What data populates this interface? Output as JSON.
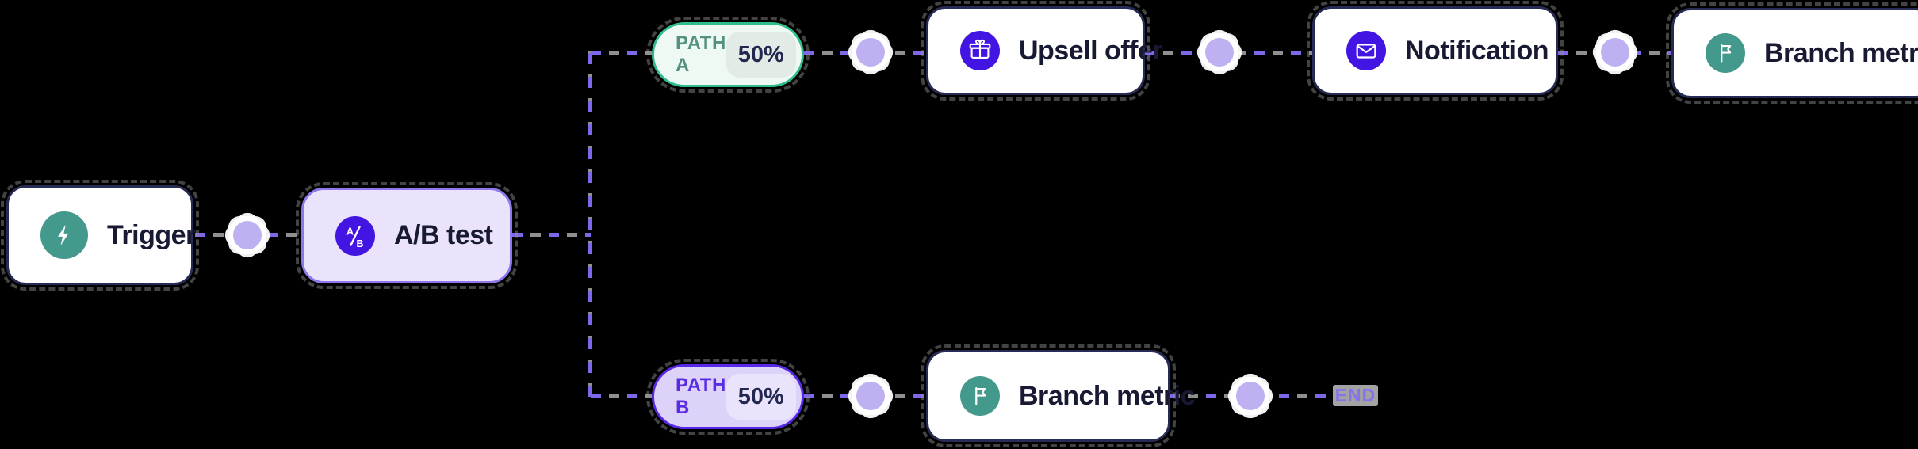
{
  "flow": {
    "trigger": {
      "label": "Trigger"
    },
    "ab_test": {
      "label": "A/B test",
      "icon_a": "A",
      "icon_b": "B"
    },
    "path_a": {
      "label": "PATH A",
      "split": "50%"
    },
    "path_b": {
      "label": "PATH B",
      "split": "50%"
    },
    "upsell": {
      "label": "Upsell offer"
    },
    "notification": {
      "label": "Notification"
    },
    "branch_metric_top": {
      "label": "Branch metric"
    },
    "branch_metric_bottom": {
      "label": "Branch metric"
    },
    "end": {
      "label": "END"
    },
    "colors": {
      "background": "#000000",
      "node_border": "#272c55",
      "node_bg": "#ffffff",
      "label_ink": "#181a33",
      "teal_icon": "#43998b",
      "purple_icon": "#4315e2",
      "ab_node_bg": "#eae3fb",
      "ab_node_border": "#8d77e9",
      "path_a_bg": "#eef9f4",
      "path_a_border": "#2fbd8d",
      "path_a_text": "#54917e",
      "path_a_chip": "#e2ebe6",
      "path_b_bg": "#ddd2f8",
      "path_b_border": "#5728e7",
      "path_b_text": "#5a2be5",
      "path_b_chip": "#eae3fc",
      "chip_text": "#232850",
      "dash_purple": "#8066e8",
      "dash_gray": "#8f8f8f",
      "dot_fill": "#bfb0f1",
      "end_bg": "#a3a3a3",
      "end_text": "#8472ef"
    }
  }
}
